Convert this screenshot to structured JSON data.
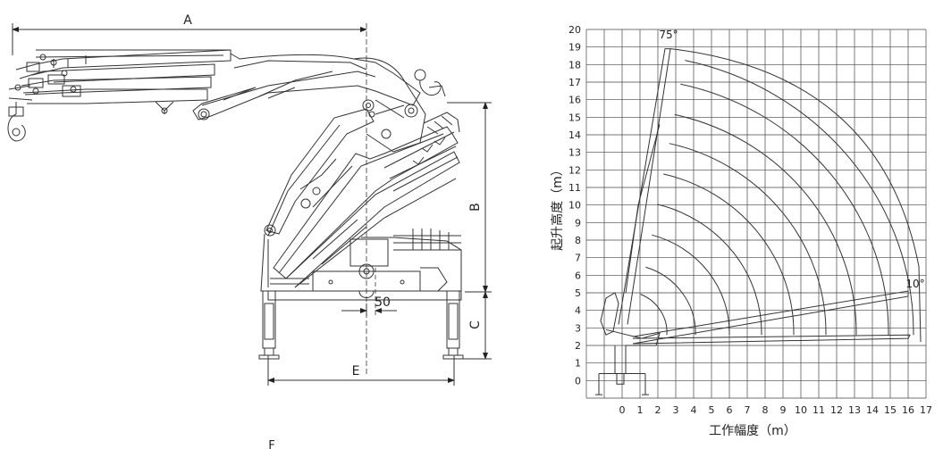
{
  "drawing": {
    "dim_labels": {
      "a": "A",
      "b": "B",
      "c": "C",
      "e": "E",
      "f": "F",
      "offset": "50"
    }
  },
  "chart_data": {
    "type": "line",
    "title": "",
    "xlabel": "工作幅度（m）",
    "ylabel": "起升高度（m）",
    "xlim": [
      -2,
      17
    ],
    "ylim": [
      -1,
      20
    ],
    "x_ticks": [
      0,
      1,
      2,
      3,
      4,
      5,
      6,
      7,
      8,
      9,
      10,
      11,
      12,
      13,
      14,
      15,
      16,
      17
    ],
    "y_ticks": [
      0,
      1,
      2,
      3,
      4,
      5,
      6,
      7,
      8,
      9,
      10,
      11,
      12,
      13,
      14,
      15,
      16,
      17,
      18,
      19,
      20
    ],
    "grid": true,
    "angle_labels": [
      {
        "text": "75°",
        "x": 2.6,
        "y": 19.5
      },
      {
        "text": "10°",
        "x": 16.4,
        "y": 5.3
      }
    ],
    "envelope": {
      "base_pivot": {
        "x": -0.3,
        "y": 2.6
      },
      "boom_max_angle_tip": {
        "x": 2.7,
        "y": 18.9
      },
      "boom_min_angle_tip": {
        "x": 16.0,
        "y": 5.1
      },
      "boom_low_tip": {
        "x": 16.0,
        "y": 2.4
      }
    },
    "series": [
      {
        "r": 16.2
      },
      {
        "r": 14.8
      },
      {
        "r": 13.0
      },
      {
        "r": 11.3
      },
      {
        "r": 9.5
      },
      {
        "r": 7.7
      },
      {
        "r": 5.9
      },
      {
        "r": 4.0
      },
      {
        "r": 2.4
      }
    ]
  }
}
